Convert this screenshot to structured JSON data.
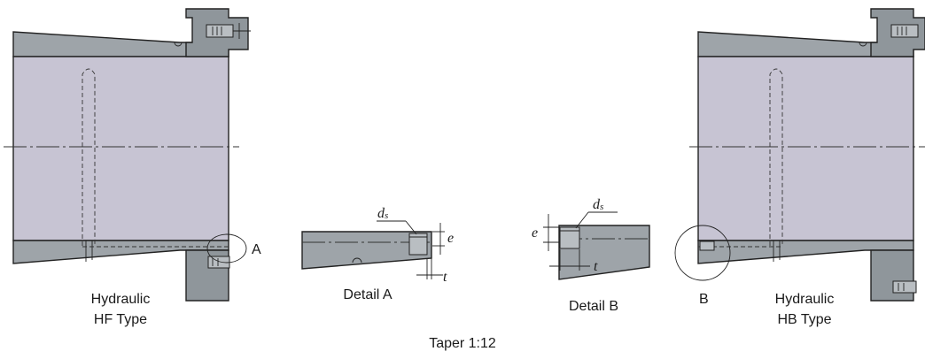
{
  "labels": {
    "hf_line1": "Hydraulic",
    "hf_line2": "HF Type",
    "hb_line1": "Hydraulic",
    "hb_line2": "HB Type",
    "detail_a": "Detail A",
    "detail_b": "Detail B",
    "marker_a": "A",
    "marker_b": "B",
    "taper": "Taper 1:12"
  },
  "symbols": {
    "d": "d",
    "s": "s",
    "e": "e",
    "t": "t"
  },
  "colors": {
    "sleeve_body": "#c7c4d3",
    "ring": "#9ea4a9",
    "outline": "#222222"
  }
}
